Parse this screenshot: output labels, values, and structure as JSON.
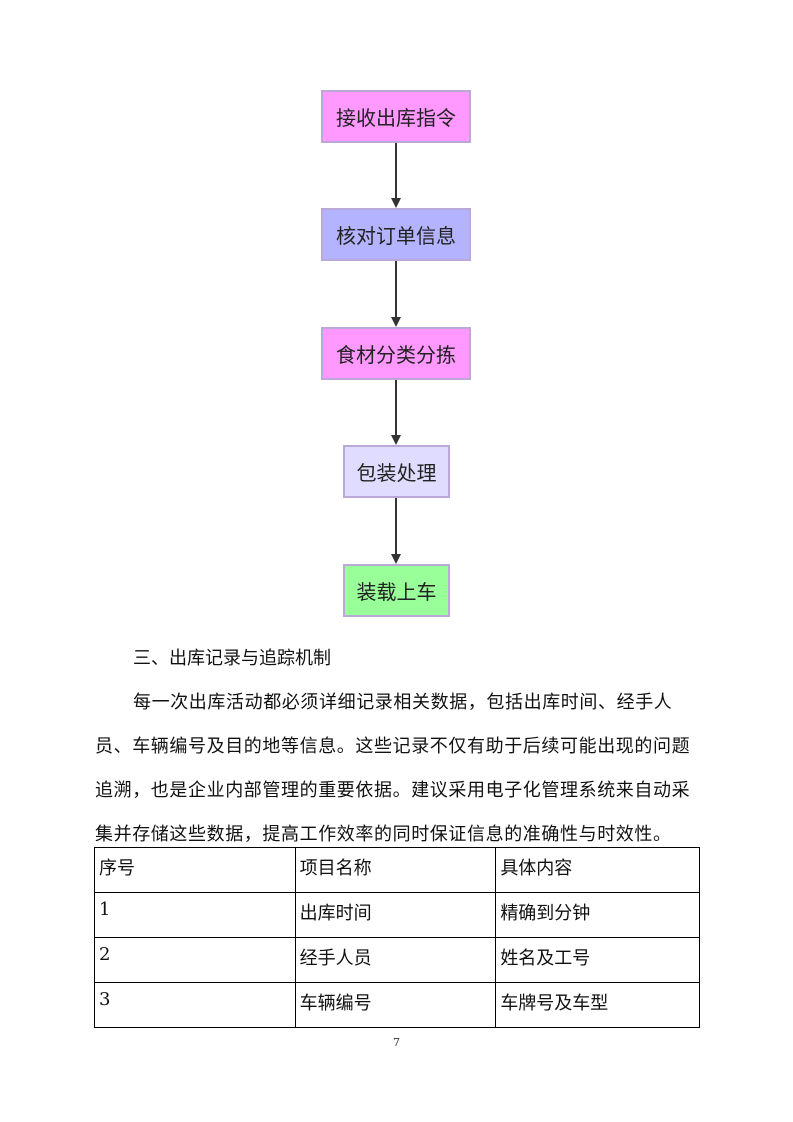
{
  "flowchart": {
    "steps": [
      {
        "label": "接收出库指令",
        "color": "#ff99ff"
      },
      {
        "label": "核对订单信息",
        "color": "#b3b3ff"
      },
      {
        "label": "食材分类分拣",
        "color": "#ff99ff"
      },
      {
        "label": "包装处理",
        "color": "#e0dcff"
      },
      {
        "label": "装载上车",
        "color": "#99ff99"
      }
    ]
  },
  "section": {
    "heading": "三、出库记录与追踪机制",
    "paragraph": "每一次出库活动都必须详细记录相关数据，包括出库时间、经手人员、车辆编号及目的地等信息。这些记录不仅有助于后续可能出现的问题追溯，也是企业内部管理的重要依据。建议采用电子化管理系统来自动采集并存储这些数据，提高工作效率的同时保证信息的准确性与时效性。"
  },
  "table": {
    "headers": [
      "序号",
      "项目名称",
      "具体内容"
    ],
    "rows": [
      [
        "1",
        "出库时间",
        "精确到分钟"
      ],
      [
        "2",
        "经手人员",
        "姓名及工号"
      ],
      [
        "3",
        "车辆编号",
        "车牌号及车型"
      ]
    ]
  },
  "page_number": "7"
}
